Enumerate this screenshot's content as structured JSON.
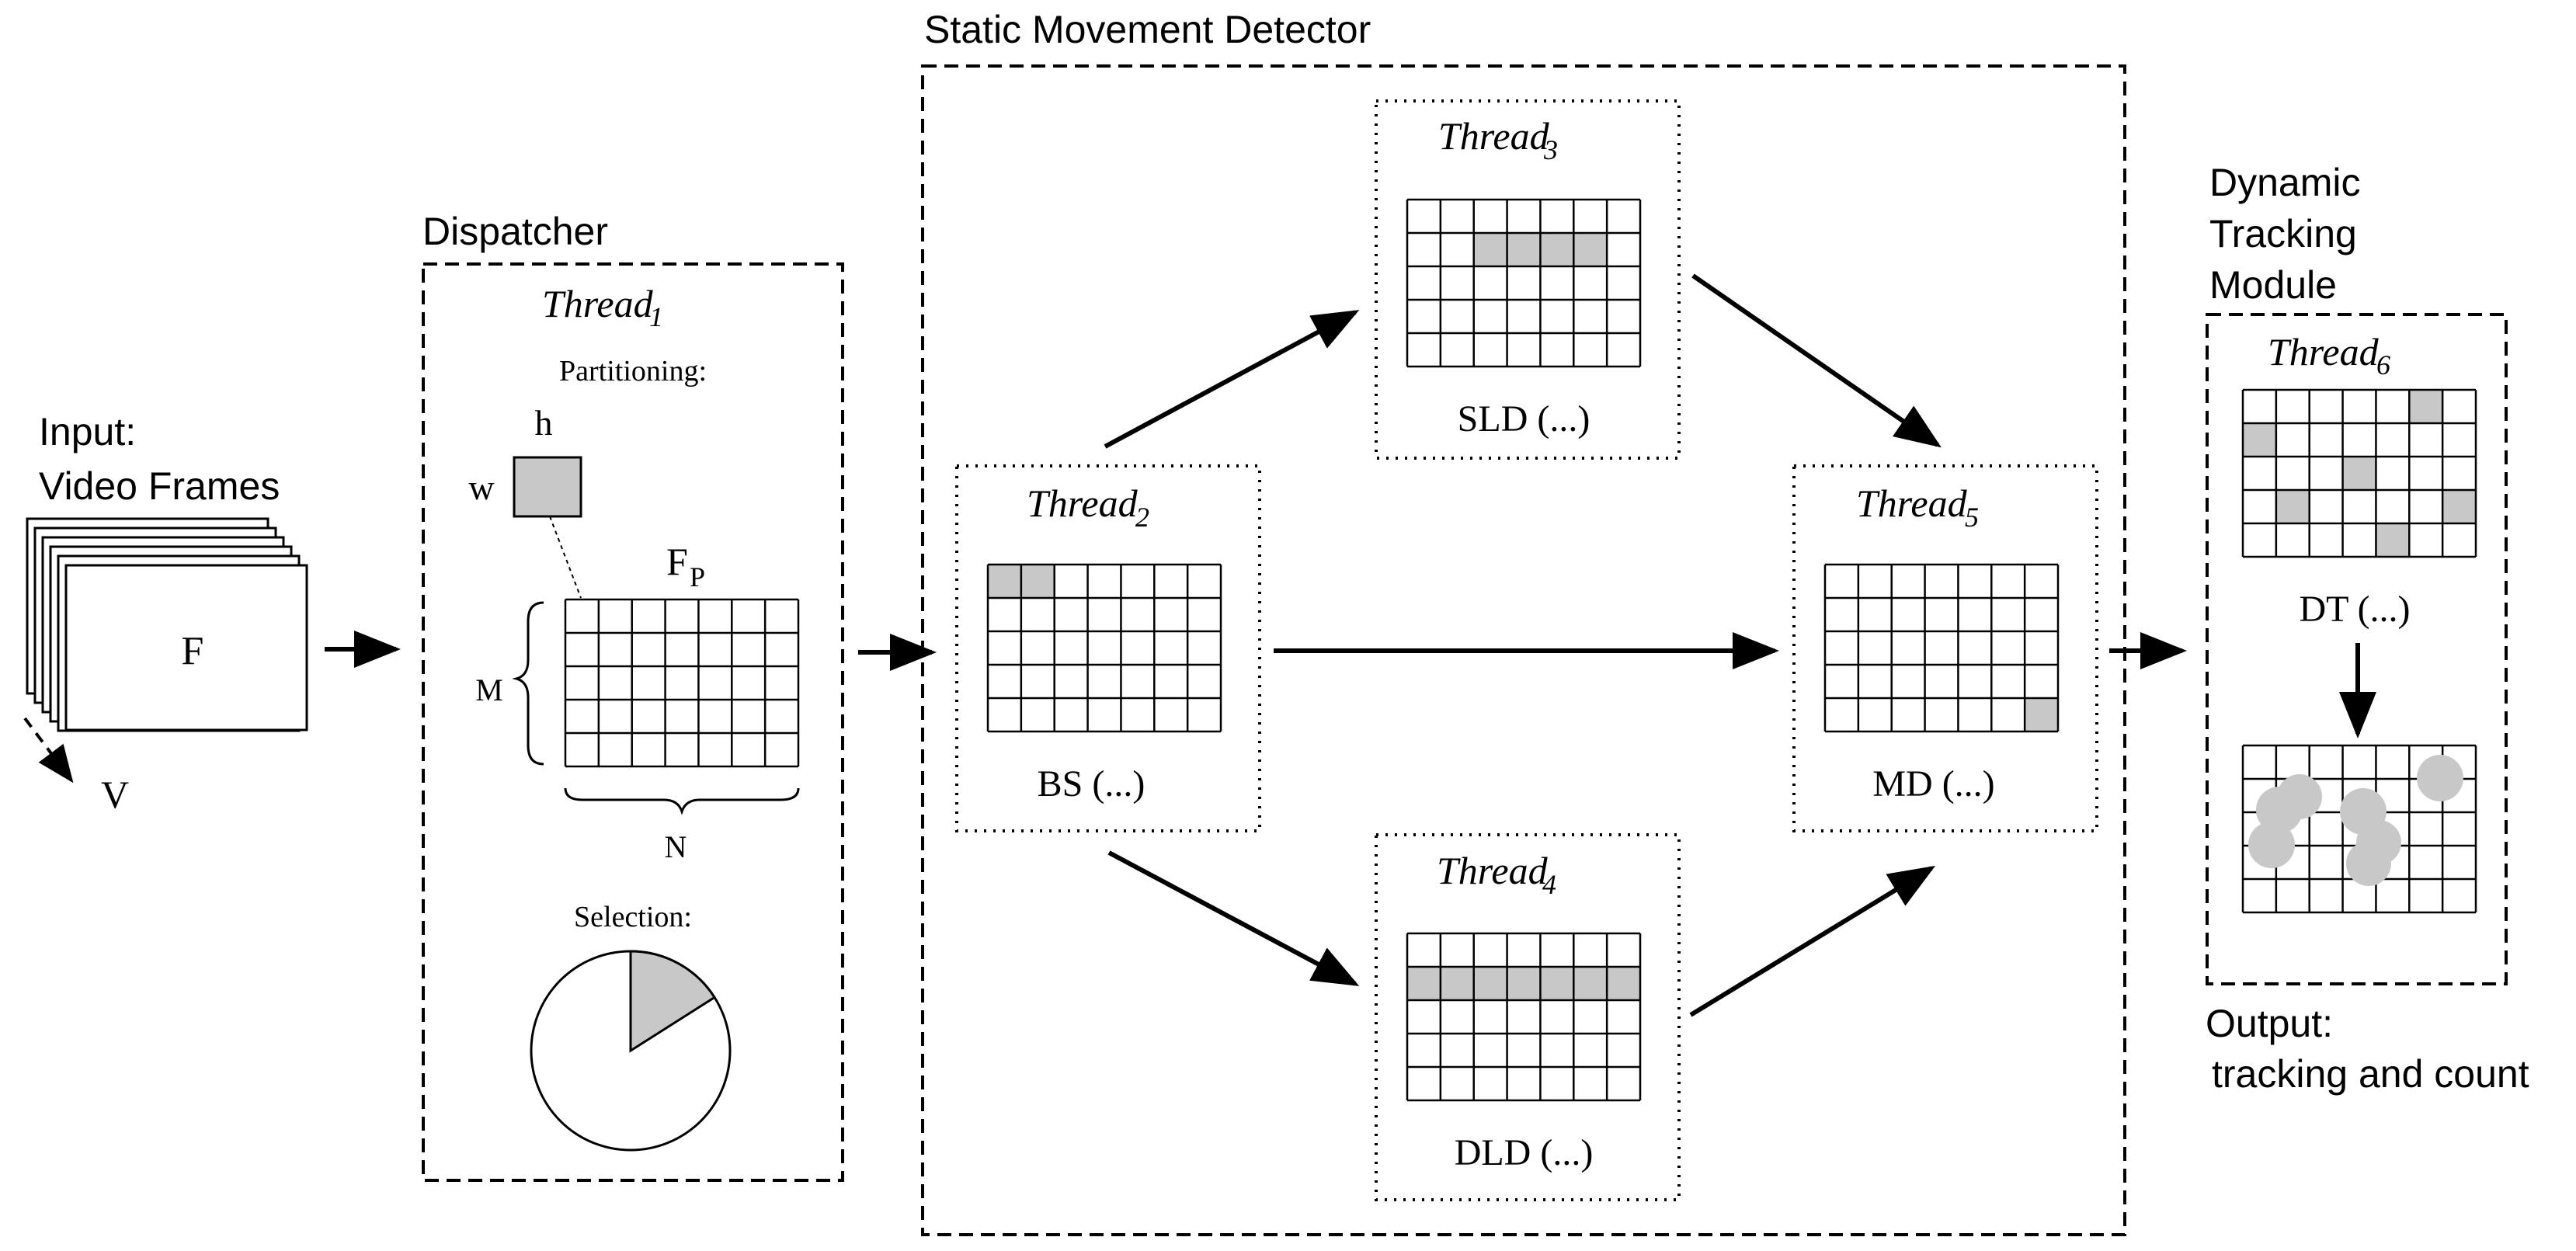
{
  "input": {
    "title_line1": "Input:",
    "title_line2": "Video Frames",
    "frame_label": "F",
    "axis_label": "V"
  },
  "dispatcher": {
    "title": "Dispatcher",
    "thread_label": "Thread",
    "thread_num": "1",
    "partitioning_label": "Partitioning:",
    "h_label": "h",
    "w_label": "w",
    "fp_label": "F",
    "fp_sub": "P",
    "m_label": "M",
    "n_label": "N",
    "selection_label": "Selection:",
    "pie_selected_fraction": 0.16
  },
  "static_detector": {
    "title": "Static Movement Detector",
    "thread2": {
      "label": "Thread",
      "num": "2",
      "func": "BS (...)"
    },
    "thread3": {
      "label": "Thread",
      "num": "3",
      "func": "SLD (...)"
    },
    "thread4": {
      "label": "Thread",
      "num": "4",
      "func": "DLD (...)"
    },
    "thread5": {
      "label": "Thread",
      "num": "5",
      "func": "MD (...)"
    }
  },
  "dynamic": {
    "title_line1": "Dynamic",
    "title_line2": "Tracking",
    "title_line3": "Module",
    "thread_label": "Thread",
    "thread_num": "6",
    "func": "DT (...)"
  },
  "output": {
    "line1": "Output:",
    "line2": "tracking and count"
  },
  "colors": {
    "line": "#000000",
    "highlight": "#c8c8c8",
    "background": "#ffffff"
  }
}
